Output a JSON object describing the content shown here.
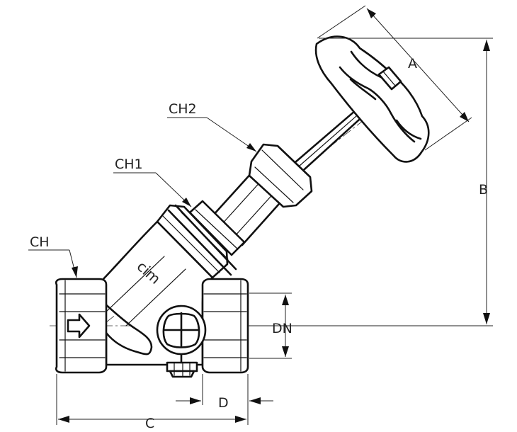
{
  "labels": {
    "a": "A",
    "b": "B",
    "c": "C",
    "d": "D",
    "dn": "DN",
    "ch": "CH",
    "ch1": "CH1",
    "ch2": "CH2"
  },
  "body_logo": "cim"
}
